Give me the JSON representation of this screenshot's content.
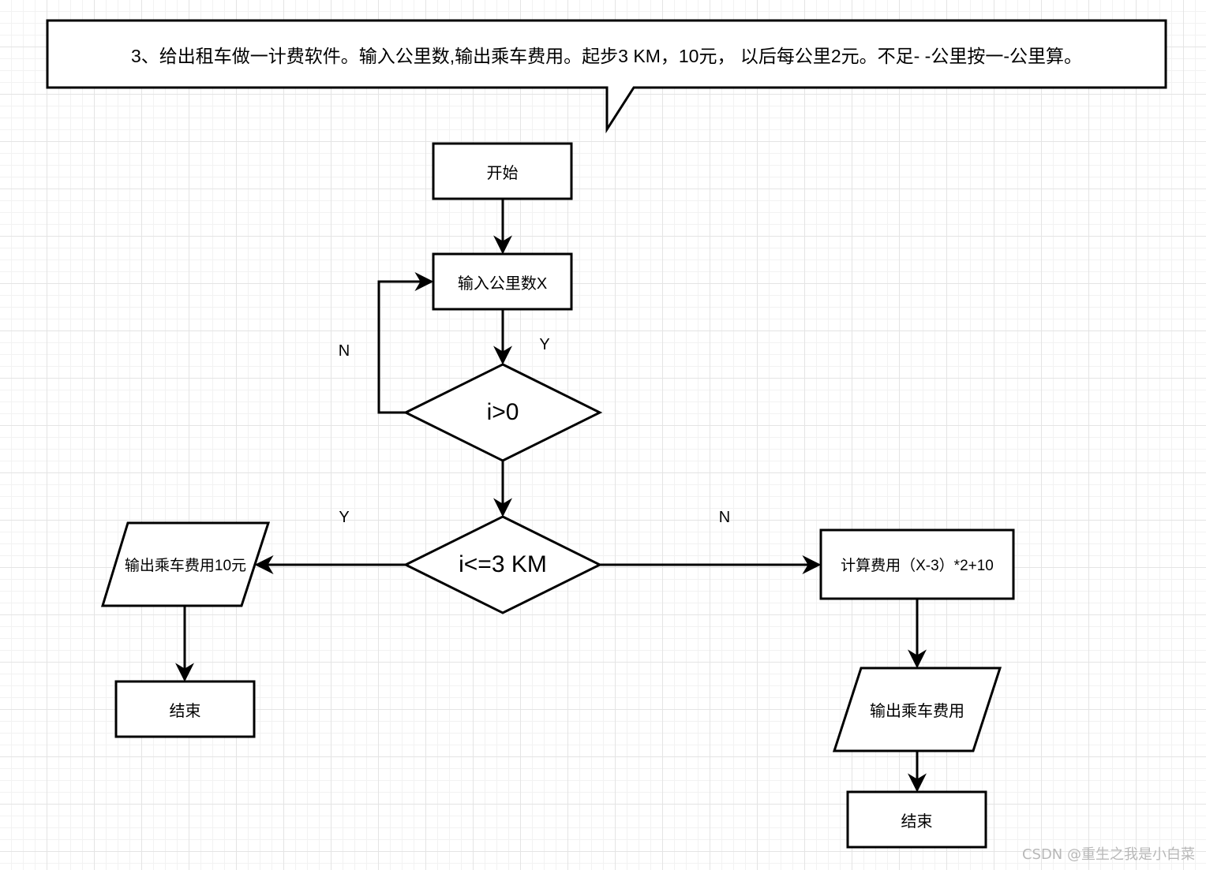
{
  "callout": {
    "text": "3、给出租车做一计费软件。输入公里数,输出乘车费用。起步3 KM，10元，  以后每公里2元。不足- -公里按一-公里算。"
  },
  "nodes": {
    "start": "开始",
    "input_km": "输入公里数X",
    "cond_positive": "i>0",
    "cond_le3": "i<=3 KM",
    "output_10": "输出乘车费用10元",
    "end_left": "结束",
    "calc_fee": "计算费用（X-3）*2+10",
    "output_fee": "输出乘车费用",
    "end_right": "结束"
  },
  "edge_labels": {
    "loop_no": "N",
    "positive_yes": "Y",
    "le3_yes": "Y",
    "le3_no": "N"
  },
  "watermark": "CSDN @重生之我是小白菜",
  "colors": {
    "stroke": "#000000",
    "fill": "#ffffff",
    "grid": "#e4e4e4"
  }
}
